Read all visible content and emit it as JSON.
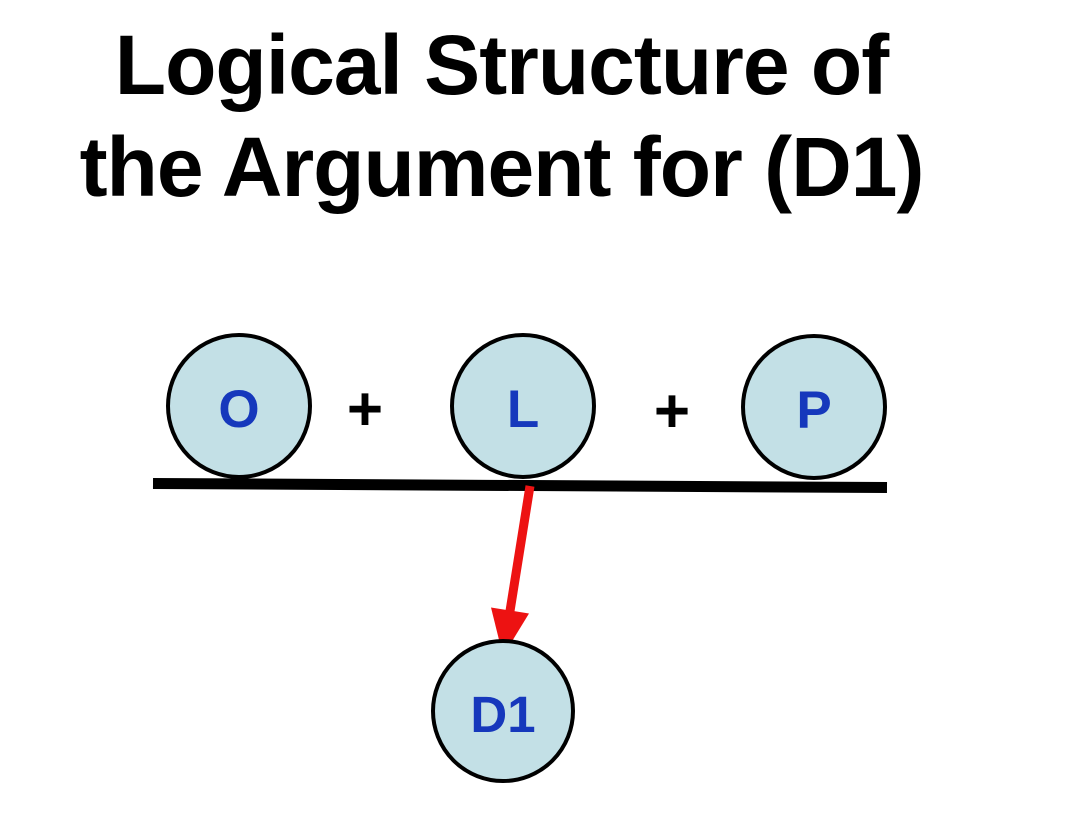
{
  "slide": {
    "title": {
      "line1": "Logical Structure of",
      "line2": "the Argument for (D1)"
    }
  },
  "diagram": {
    "premise_nodes": [
      {
        "label": "O"
      },
      {
        "label": "L"
      },
      {
        "label": "P"
      }
    ],
    "operators": [
      {
        "label": "+"
      },
      {
        "label": "+"
      }
    ],
    "conclusion_node": {
      "label": "D1"
    },
    "colors": {
      "background": "#ffffff",
      "title_text": "#000000",
      "node_fill": "#c3e0e6",
      "node_border": "#000000",
      "node_label_blue": "#1638bc",
      "inference_line_black": "#000000",
      "arrow_red": "#ed1212"
    }
  }
}
